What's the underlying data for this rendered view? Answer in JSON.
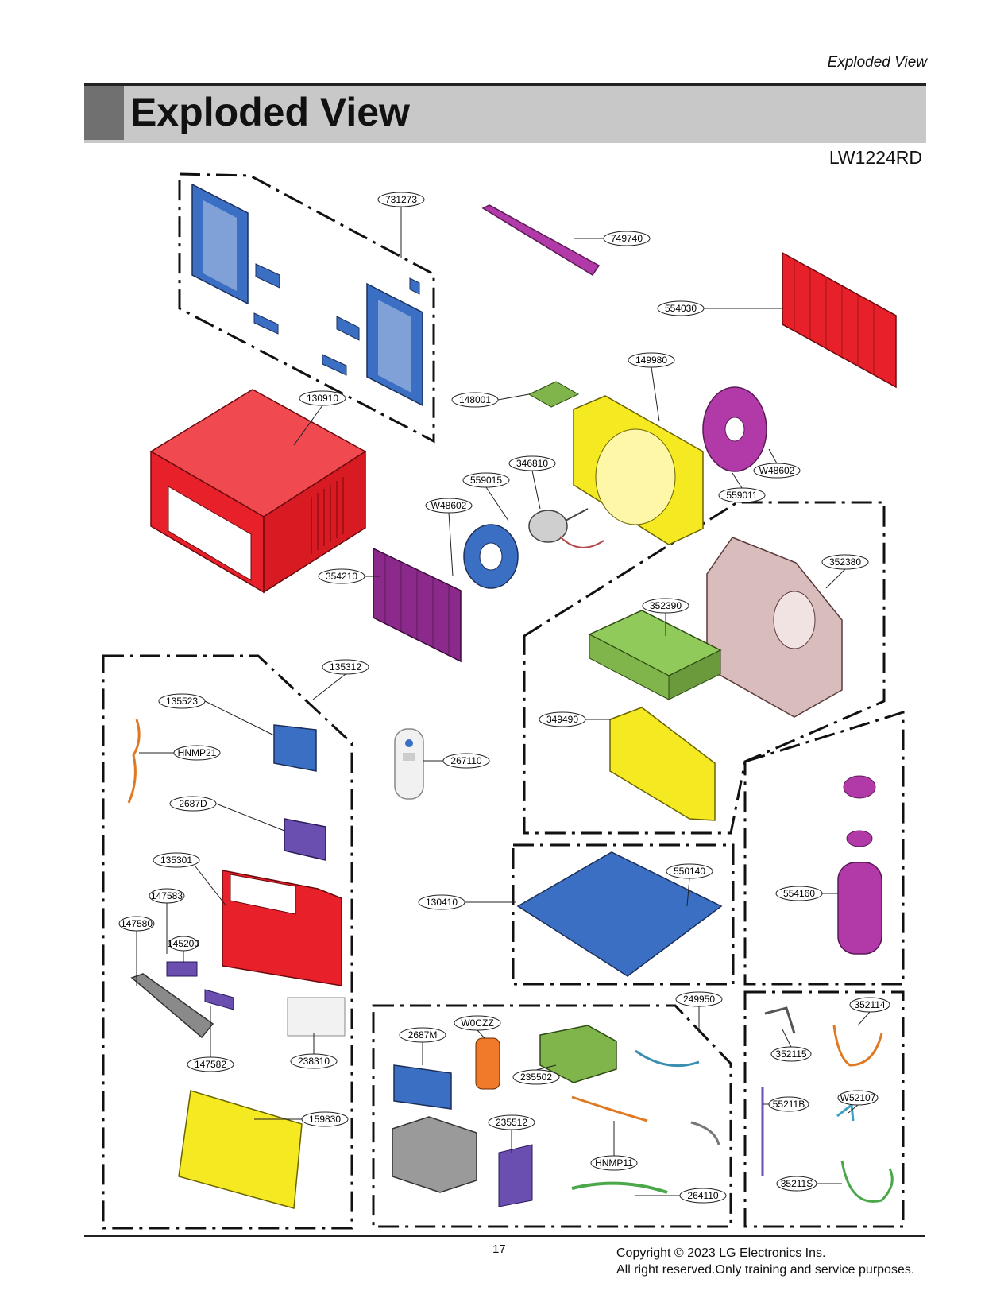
{
  "header": {
    "running_title": "Exploded View"
  },
  "title": "Exploded View",
  "model": "LW1224RD",
  "callouts": [
    {
      "id": "c01",
      "label": "731273"
    },
    {
      "id": "c02",
      "label": "749740"
    },
    {
      "id": "c03",
      "label": "554030"
    },
    {
      "id": "c04",
      "label": "149980"
    },
    {
      "id": "c05",
      "label": "148001"
    },
    {
      "id": "c06",
      "label": "130910"
    },
    {
      "id": "c07",
      "label": "346810"
    },
    {
      "id": "c08",
      "label": "559015"
    },
    {
      "id": "c09",
      "label": "W48602"
    },
    {
      "id": "c10",
      "label": "559011"
    },
    {
      "id": "c11",
      "label": "W48602"
    },
    {
      "id": "c12",
      "label": "352380"
    },
    {
      "id": "c13",
      "label": "354210"
    },
    {
      "id": "c14",
      "label": "352390"
    },
    {
      "id": "c15",
      "label": "135312"
    },
    {
      "id": "c16",
      "label": "135523"
    },
    {
      "id": "c17",
      "label": "349490"
    },
    {
      "id": "c18",
      "label": "HNMP21"
    },
    {
      "id": "c19",
      "label": "267110"
    },
    {
      "id": "c20",
      "label": "2687D"
    },
    {
      "id": "c21",
      "label": "135301"
    },
    {
      "id": "c22",
      "label": "550140"
    },
    {
      "id": "c23",
      "label": "147583"
    },
    {
      "id": "c24",
      "label": "130410"
    },
    {
      "id": "c25",
      "label": "554160"
    },
    {
      "id": "c26",
      "label": "147580"
    },
    {
      "id": "c27",
      "label": "145200"
    },
    {
      "id": "c28",
      "label": "249950"
    },
    {
      "id": "c29",
      "label": "W0CZZ"
    },
    {
      "id": "c30",
      "label": "352114"
    },
    {
      "id": "c31",
      "label": "2687M"
    },
    {
      "id": "c32",
      "label": "352115"
    },
    {
      "id": "c33",
      "label": "147582"
    },
    {
      "id": "c34",
      "label": "238310"
    },
    {
      "id": "c35",
      "label": "235502"
    },
    {
      "id": "c36",
      "label": "55211B"
    },
    {
      "id": "c37",
      "label": "W52107"
    },
    {
      "id": "c38",
      "label": "159830"
    },
    {
      "id": "c39",
      "label": "235512"
    },
    {
      "id": "c40",
      "label": "HNMP11"
    },
    {
      "id": "c41",
      "label": "35211S"
    },
    {
      "id": "c42",
      "label": "264110"
    }
  ],
  "footer": {
    "page_number": "17",
    "copyright_line1": "Copyright © 2023 LG Electronics Ins.",
    "copyright_line2": "All right reserved.Only training and service purposes."
  },
  "colors": {
    "red": "#e8202a",
    "yellow": "#f5ea21",
    "blue": "#3b6fc4",
    "purple": "#8b2a8a",
    "magenta": "#b23aa8",
    "green": "#7fb54a",
    "pink": "#d9bcbc",
    "violet": "#6a4fb0",
    "orange": "#f07a2a",
    "gray": "#8a8a8a"
  }
}
